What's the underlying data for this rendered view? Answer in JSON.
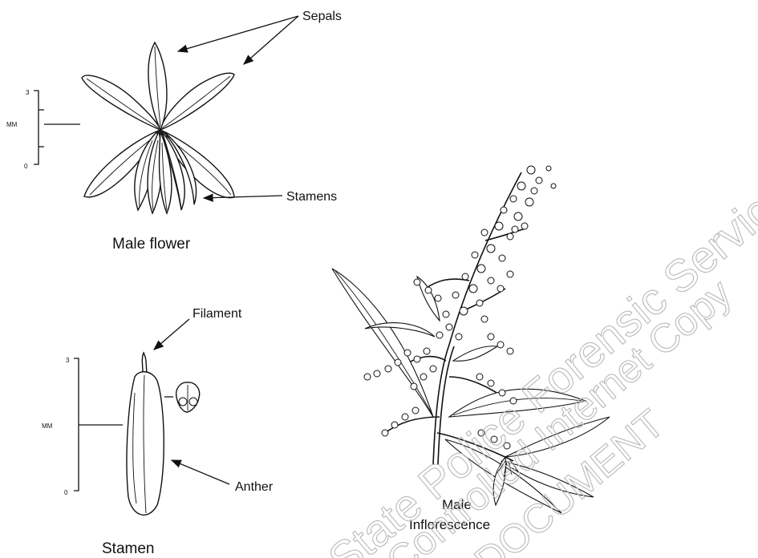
{
  "labels": {
    "sepals": "Sepals",
    "stamens": "Stamens",
    "male_flower": "Male flower",
    "filament": "Filament",
    "anther": "Anther",
    "stamen": "Stamen",
    "male": "Male",
    "inflorescence": "Inflorescence"
  },
  "scales": {
    "flower": {
      "top": "3",
      "unit": "MM",
      "bottom": "0"
    },
    "stamen": {
      "top": "3",
      "unit": "MM",
      "bottom": "0"
    }
  },
  "watermark": {
    "line1": "State Police Forensic Services",
    "line2": "Controlled Internet Copy",
    "line3": "DOCUMENT"
  }
}
